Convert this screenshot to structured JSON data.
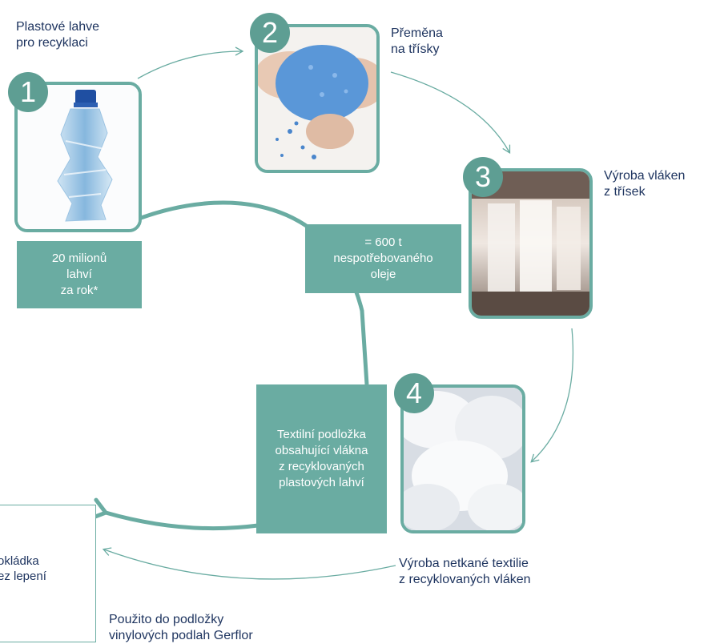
{
  "steps": [
    {
      "number": "1",
      "caption": "Plastové lahve\npro recyklaci",
      "image": "crumpled-plastic-bottle"
    },
    {
      "number": "2",
      "caption": "Přeměna\nna třísky",
      "image": "blue-plastic-flakes-in-hands"
    },
    {
      "number": "3",
      "caption": "Výroba vláken\nz třísek",
      "image": "fiber-production-machine"
    },
    {
      "number": "4",
      "caption": "Výroba netkané textilie\nz recyklovaných vláken",
      "image": "white-nonwoven-fiber"
    }
  ],
  "boxes": {
    "bottles_per_year": "20 milionů\nlahví\nza rok*",
    "oil_saved": "= 600 t\nnespotřebovaného\noleje",
    "textile_backing": "Textilní podložka\nobsahující vlákna\nz recyklovaných\nplastových lahví"
  },
  "final": {
    "box_text": "okládka\nez lepení",
    "caption": "Použito do podložky\nvinylových podlah Gerflor"
  },
  "colors": {
    "teal": "#6aaca2",
    "badge": "#5e9e93",
    "text": "#1f3560"
  }
}
